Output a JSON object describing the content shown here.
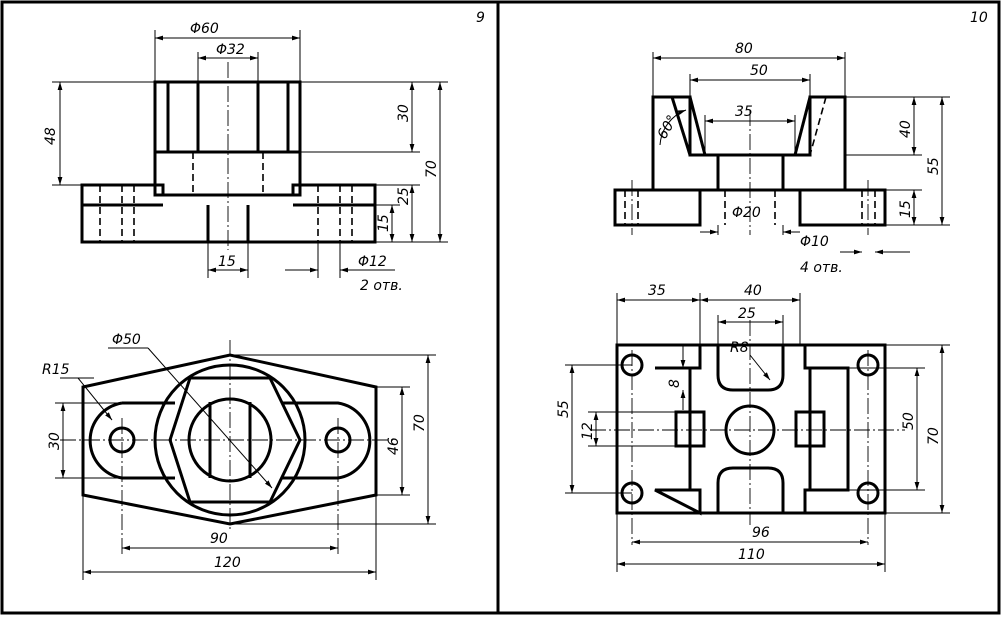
{
  "sheets": [
    {
      "number": "9",
      "front_view": {
        "dims": [
          "Φ60",
          "Φ32",
          "48",
          "30",
          "70",
          "25",
          "15",
          "15",
          "Φ12"
        ],
        "note": "2 отв."
      },
      "top_view": {
        "dims": [
          "Φ50",
          "R15",
          "30",
          "46",
          "70",
          "90",
          "120"
        ]
      }
    },
    {
      "number": "10",
      "front_view": {
        "dims": [
          "80",
          "50",
          "35",
          "60°",
          "40",
          "55",
          "15",
          "Φ20",
          "Φ10"
        ],
        "note": "4 отв."
      },
      "top_view": {
        "dims": [
          "35",
          "40",
          "25",
          "R8",
          "8",
          "55",
          "12",
          "50",
          "70",
          "96",
          "110"
        ]
      }
    }
  ]
}
